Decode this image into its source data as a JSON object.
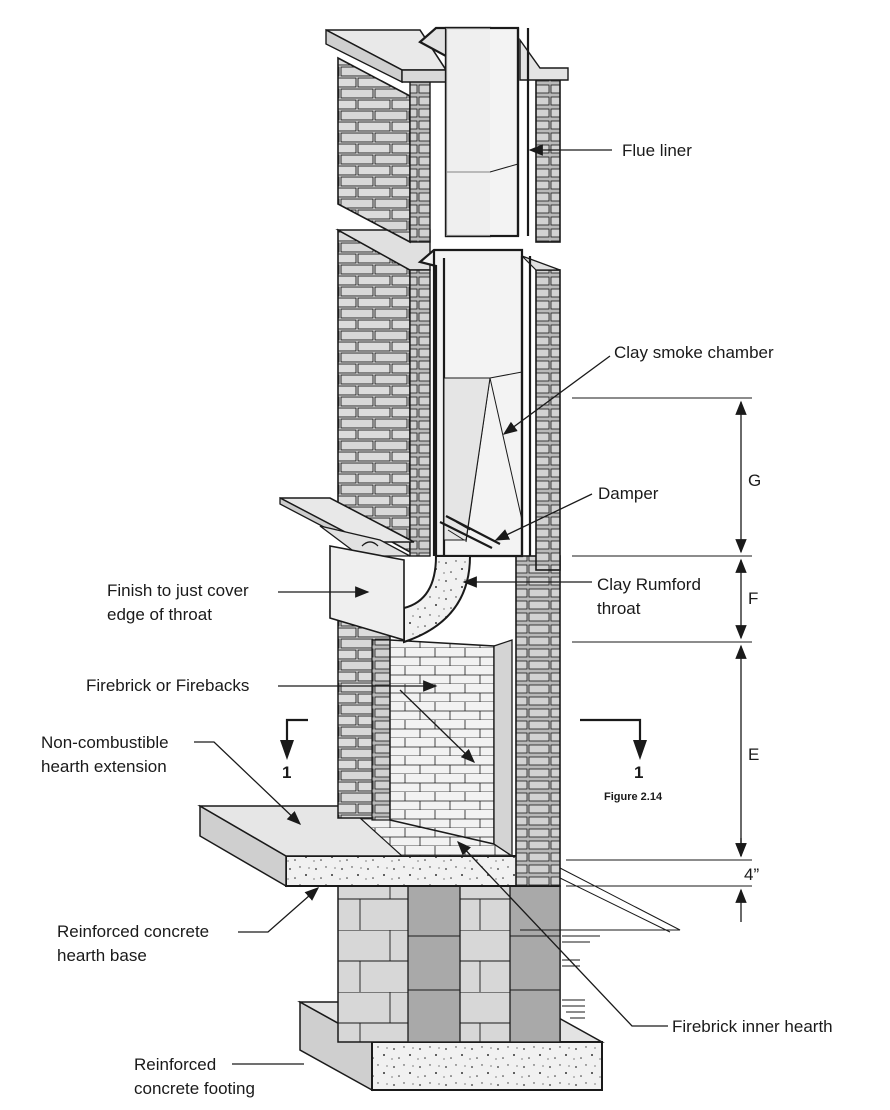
{
  "figure": {
    "caption": "Figure 2.14"
  },
  "labels": {
    "flue_liner": "Flue liner",
    "smoke_chamber": "Clay smoke chamber",
    "damper": "Damper",
    "rumford_throat_1": "Clay Rumford",
    "rumford_throat_2": "throat",
    "finish_1": "Finish to just cover",
    "finish_2": "edge of throat",
    "firebrick": "Firebrick or Firebacks",
    "hearth_ext_1": "Non-combustible",
    "hearth_ext_2": "hearth extension",
    "hearth_base_1": "Reinforced concrete",
    "hearth_base_2": "hearth base",
    "inner_hearth": "Firebrick inner hearth",
    "footing_1": "Reinforced",
    "footing_2": "concrete footing"
  },
  "dimensions": {
    "g": "G",
    "f": "F",
    "e": "E",
    "four_inch": "4”"
  },
  "section_marks": {
    "left": "1",
    "right": "1"
  },
  "colors": {
    "line": "#1a1a1a",
    "brick_fill": "#e6e6e6",
    "brick_dark": "#b9b9b9",
    "block_light": "#d7d7d7",
    "block_dark": "#a9a9a9",
    "concrete": "#ececec",
    "flue_fill": "#f3f3f3"
  }
}
